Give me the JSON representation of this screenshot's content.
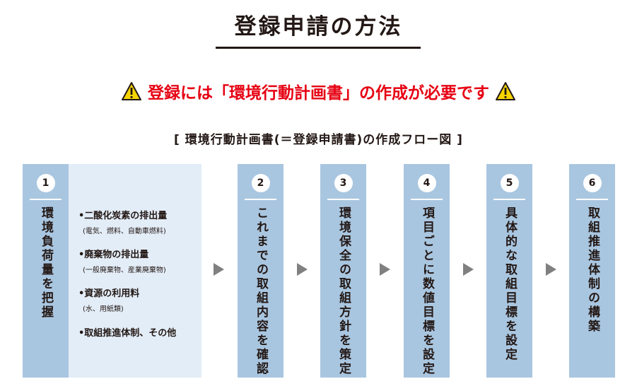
{
  "title": "登録申請の方法",
  "warning": {
    "text": "登録には「環境行動計画書」の作成が必要です",
    "icon": "warning-icon",
    "color": "#e60012"
  },
  "subtitle": "[ 環境行動計画書(＝登録申請書)の作成フロー図 ]",
  "colors": {
    "step_box": "#a9c6e0",
    "detail_box": "#e3edf7",
    "arrow": "#808080"
  },
  "steps": [
    {
      "number": "1",
      "label": "環境負荷量を把握"
    },
    {
      "number": "2",
      "label": "これまでの取組内容を確認"
    },
    {
      "number": "3",
      "label": "環境保全の取組方針を策定"
    },
    {
      "number": "4",
      "label": "項目ごとに数値目標を設定"
    },
    {
      "number": "5",
      "label": "具体的な取組目標を設定"
    },
    {
      "number": "6",
      "label": "取組推進体制の構築"
    }
  ],
  "details": [
    {
      "main": "•二酸化炭素の排出量",
      "sub": "(電気、燃料、自動車燃料)"
    },
    {
      "main": "•廃棄物の排出量",
      "sub": "(一般廃棄物、産業廃棄物)"
    },
    {
      "main": "•資源の利用料",
      "sub": "(水、用紙類)"
    },
    {
      "main": "•取組推進体制、その他",
      "sub": ""
    }
  ]
}
